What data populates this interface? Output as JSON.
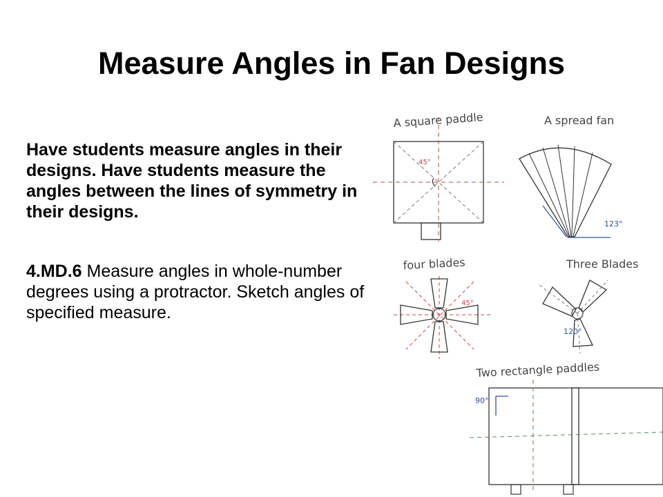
{
  "title": "Measure Angles in Fan Designs",
  "paragraph1": "Have students measure angles in their designs. Have students measure the angles between the lines of symmetry in their designs.",
  "standard": {
    "code": "4.MD.6",
    "text": " Measure angles in whole-number degrees using a protractor. Sketch angles of specified measure."
  },
  "sketch": {
    "labels": {
      "square_paddle": "A square paddle",
      "spread_fan": "A spread fan",
      "four_blades": "four blades",
      "three_blades": "Three Blades",
      "two_rect": "Two rectangle paddles"
    },
    "angles": {
      "square": "45°",
      "spread": "123°",
      "four": "45°",
      "three": "120°",
      "rect": "90°"
    },
    "colors": {
      "ink": "#333333",
      "red": "#d04040",
      "blue": "#3050a0",
      "green": "#5a8a5a"
    }
  }
}
